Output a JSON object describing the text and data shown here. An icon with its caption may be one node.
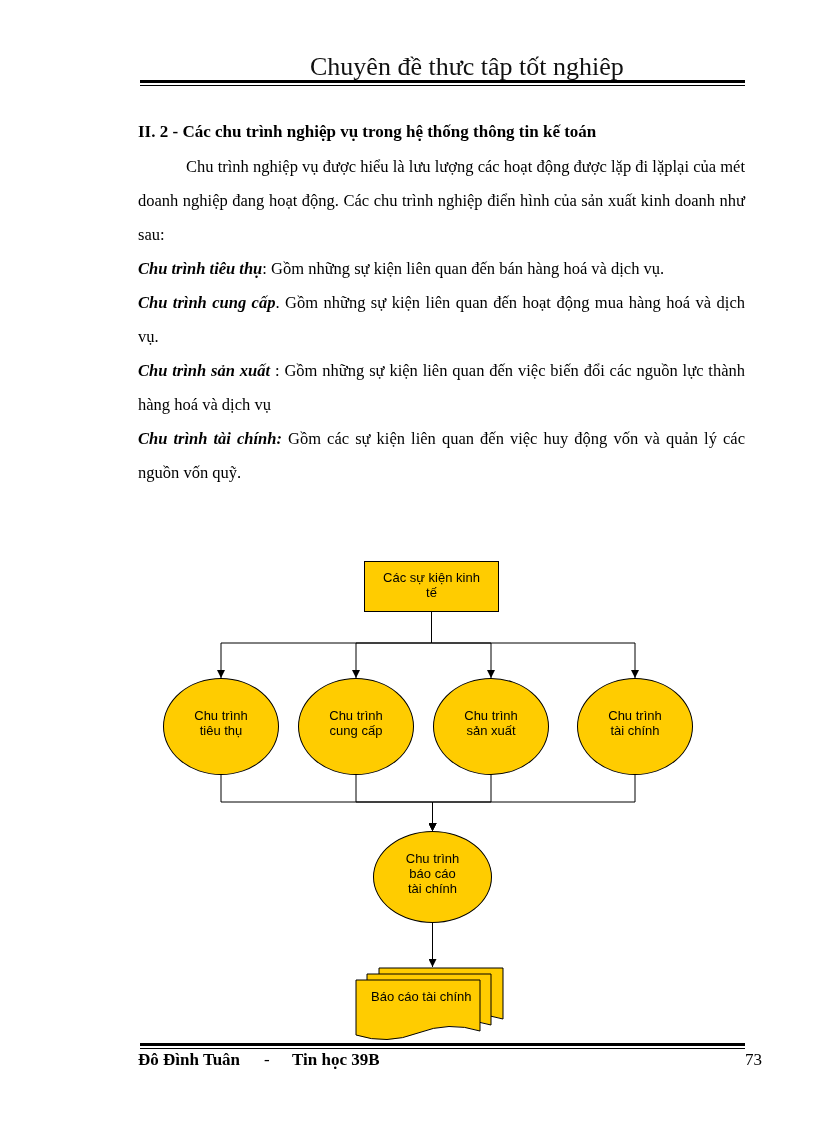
{
  "diagram": {
    "title": "II. 2 - Các chu trình nghiệp vụ trong hệ thống thông tin kế toán",
    "nodes": [
      {
        "text": [
          "Các sự kiện kinh tế"
        ]
      },
      {
        "text": [
          "Chu trình tiêu thụ"
        ]
      },
      {
        "text": [
          "Chu trình cung cấp"
        ]
      },
      {
        "text": [
          "Chu trình sản xuất"
        ]
      },
      {
        "text": [
          "Chu trình tài chính"
        ]
      },
      {
        "text": [
          "Chu trình báo cáo tài chính"
        ]
      },
      {
        "text": [
          "Báo cáo tài chính"
        ]
      }
    ],
    "edges": [
      {
        "from": 0,
        "to": 1,
        "arrow": "to"
      },
      {
        "from": 0,
        "to": 2,
        "arrow": "to"
      },
      {
        "from": 0,
        "to": 3,
        "arrow": "to"
      },
      {
        "from": 0,
        "to": 4,
        "arrow": "to"
      },
      {
        "from": 1,
        "to": 5,
        "arrow": "to"
      },
      {
        "from": 2,
        "to": 5,
        "arrow": "to"
      },
      {
        "from": 3,
        "to": 5,
        "arrow": "to"
      },
      {
        "from": 4,
        "to": 5,
        "arrow": "to"
      },
      {
        "from": 5,
        "to": 6,
        "arrow": "to"
      }
    ],
    "labels": [
      "Chuyên đề thưc tâp tốt nghiêp",
      "Chu trình nghiệp vụ được hiểu là lưu lượng các hoạt động được lặp đi lặplại của mét doanh nghiệp đang hoạt động. Các chu trình nghiệp điển hình của sản xuất kinh doanh như sau:",
      "**Chu trình tiêu thụ**: Gồm những sự kiện liên quan đến bán hàng hoá và dịch vụ.",
      "**Chu trình cung cấp**. Gồm những sự kiện liên quan đến hoạt động mua hàng hoá và dịch vụ.",
      "**Chu trình sản xuất** : Gồm những sự kiện liên quan đến việc biến đổi các nguồn lực thành hàng hoá và dịch vụ",
      "**Chu trình tài chính:** Gồm các sự kiện liên quan đến việc huy động vốn và quản lý các nguồn vốn quỹ.",
      "Đô Đình Tuân",
      "-",
      "Tin học 39B",
      "73"
    ]
  }
}
